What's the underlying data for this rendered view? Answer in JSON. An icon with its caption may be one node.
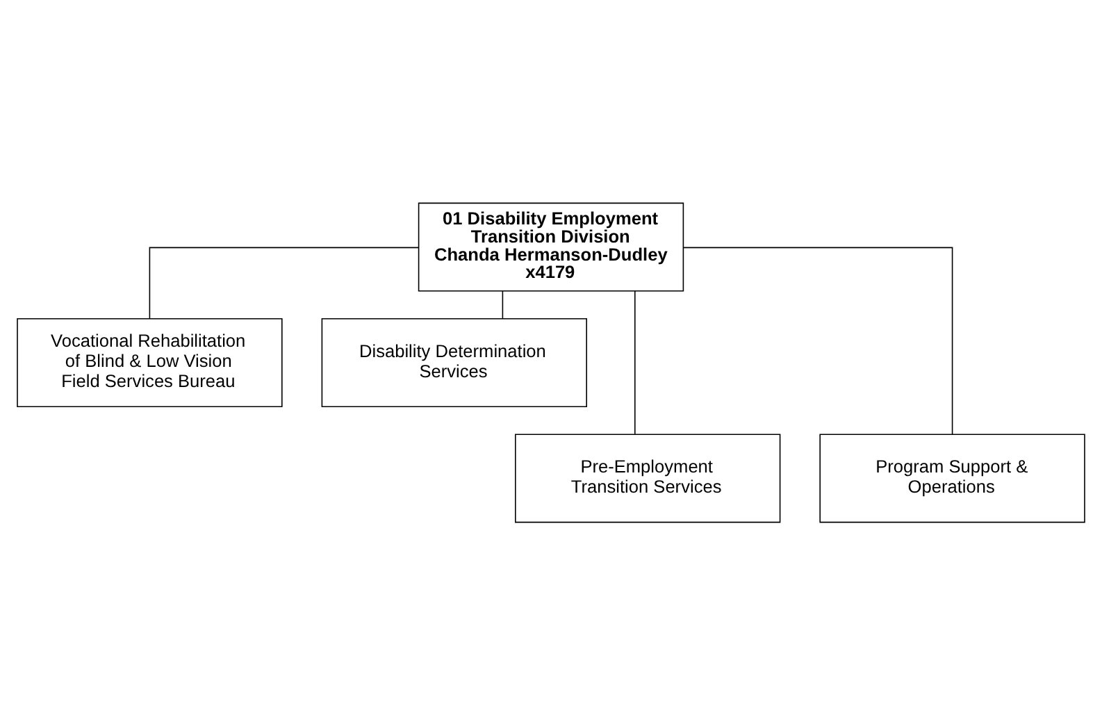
{
  "diagram": {
    "nodes": [
      {
        "text": [
          "01 Disability Employment Transition Division",
          "Chanda Hermanson-Dudley",
          "x4179"
        ]
      },
      {
        "text": [
          "Vocational Rehabilitation of Blind & Low Vision Field Services Bureau"
        ]
      },
      {
        "text": [
          "Disability Determination Services"
        ]
      },
      {
        "text": [
          "Pre-Employment Transition Services"
        ]
      },
      {
        "text": [
          "Program Support & Operations"
        ]
      }
    ],
    "edges": [
      {
        "from": 0,
        "to": 1,
        "arrow": "none"
      },
      {
        "from": 0,
        "to": 2,
        "arrow": "none"
      },
      {
        "from": 0,
        "to": 3,
        "arrow": "none"
      },
      {
        "from": 0,
        "to": 4,
        "arrow": "none"
      }
    ]
  }
}
